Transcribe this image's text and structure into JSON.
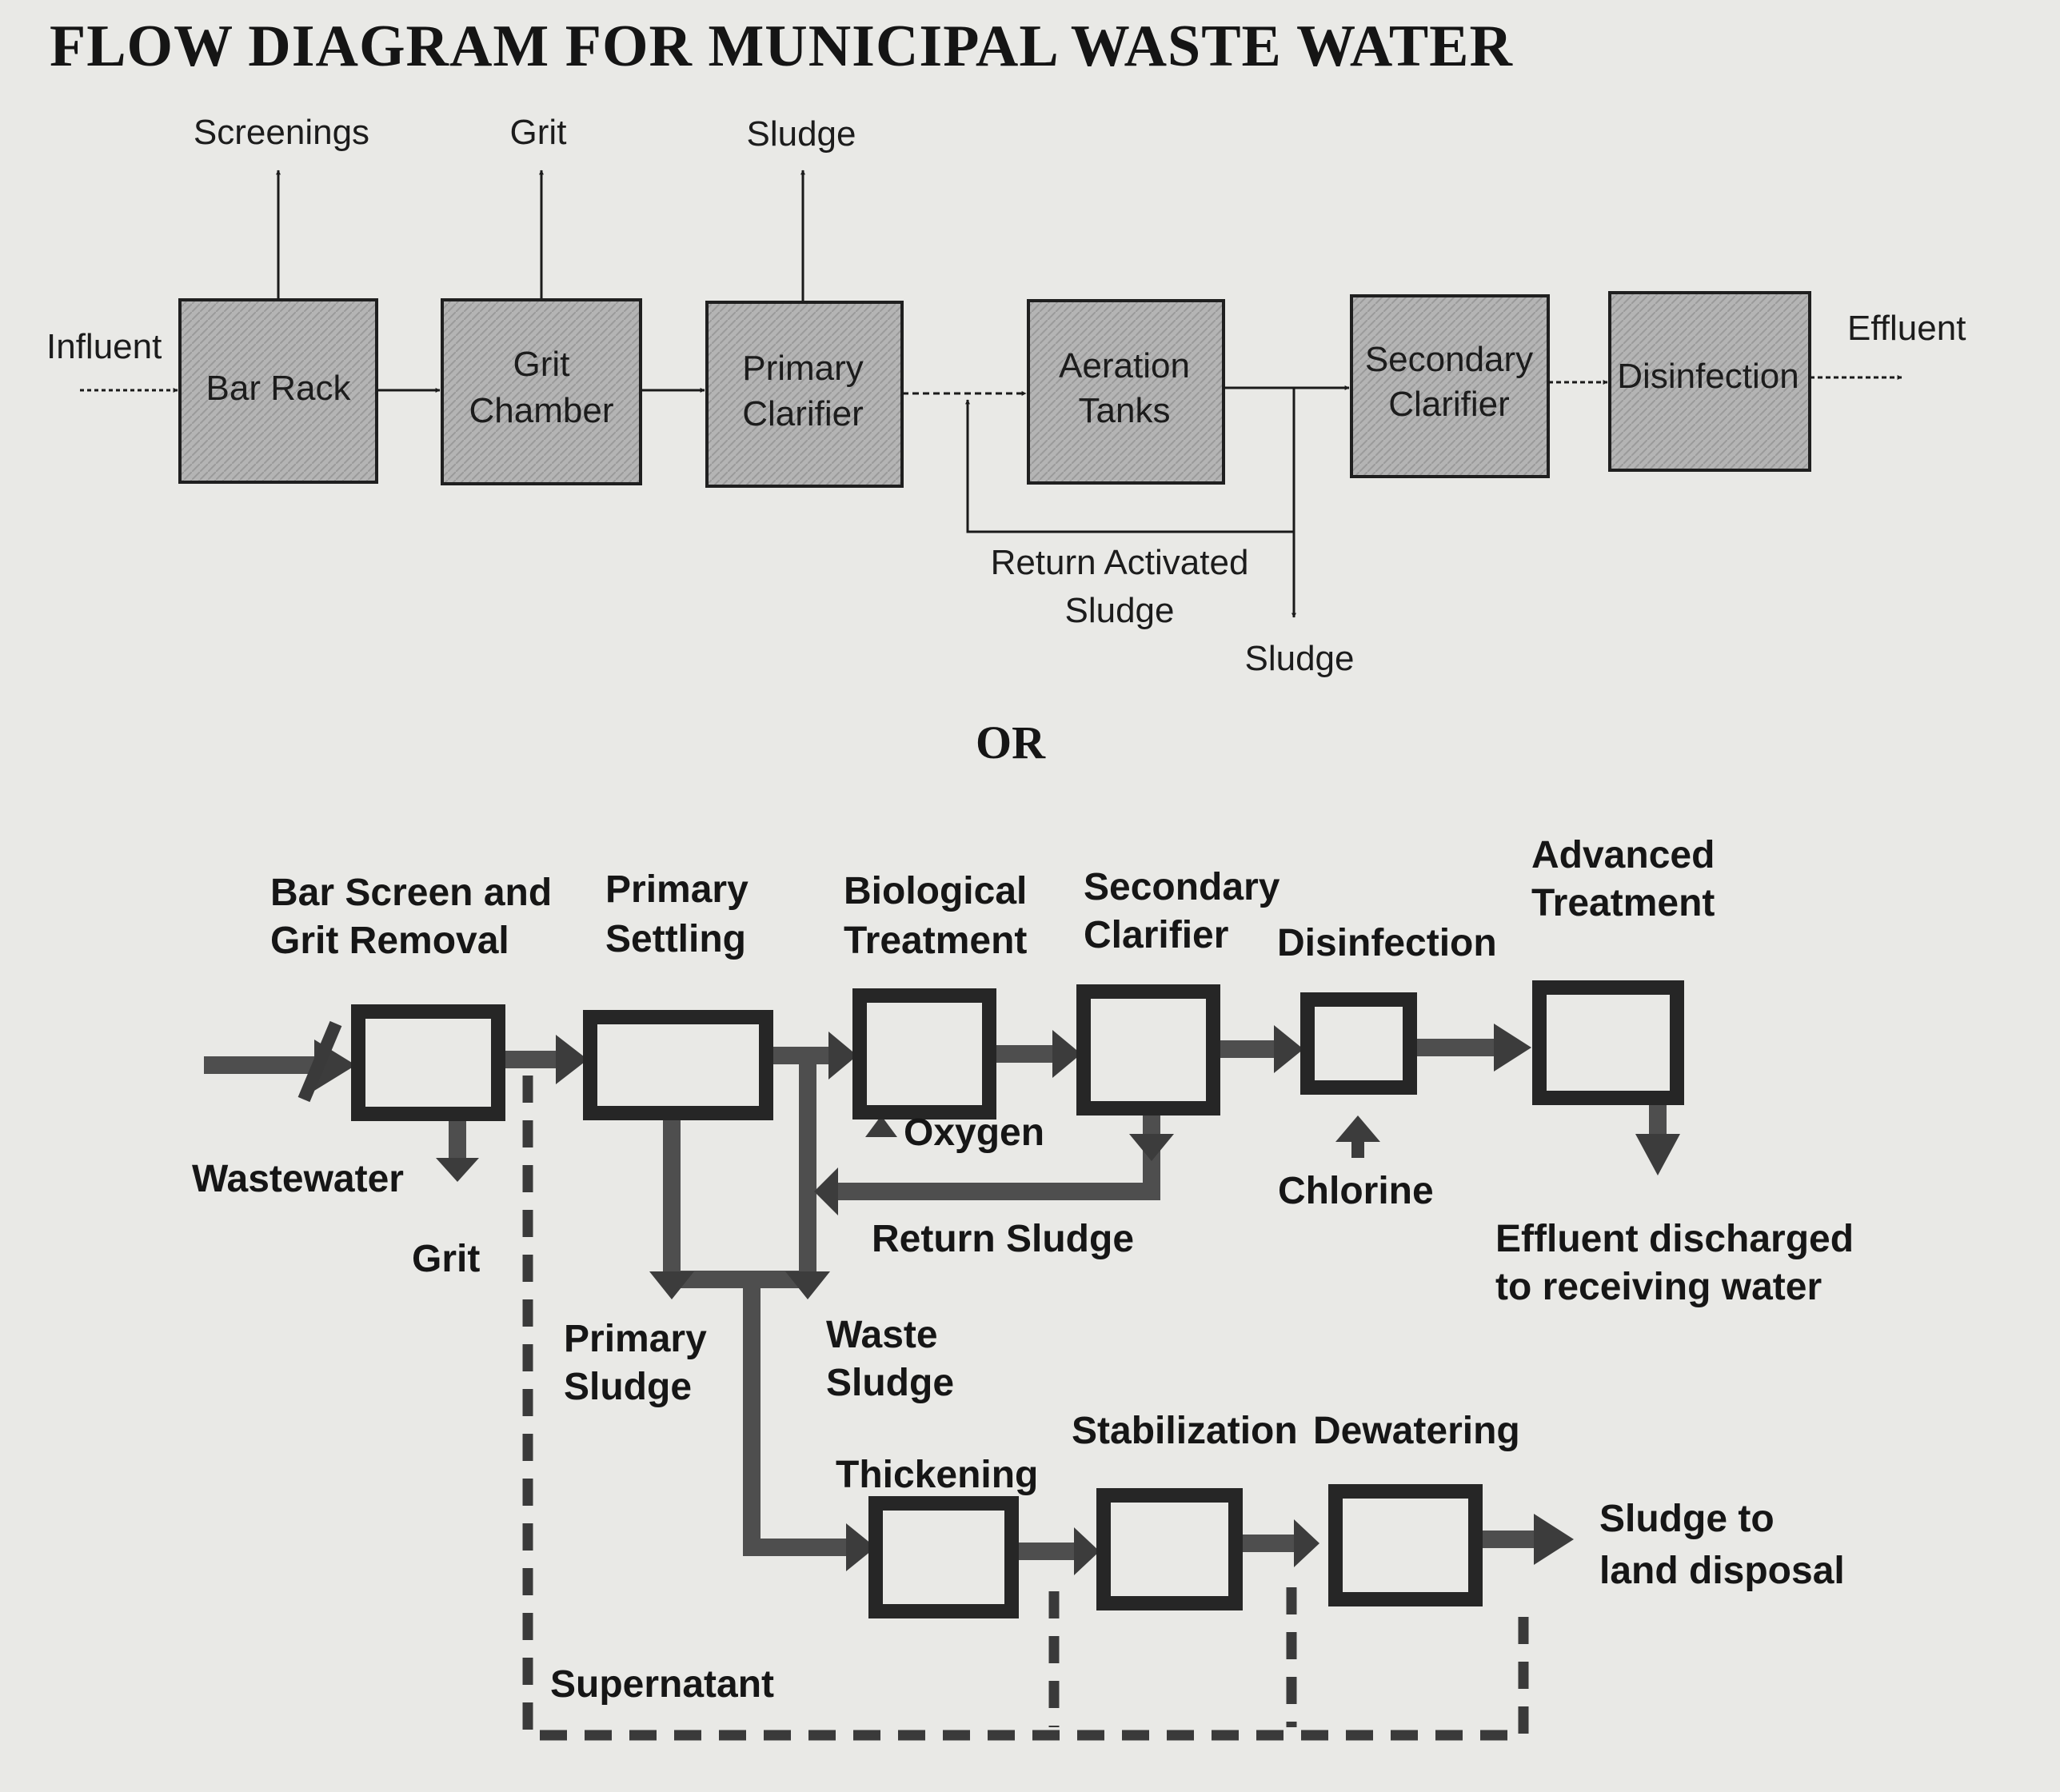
{
  "title": "FLOW DIAGRAM FOR MUNICIPAL WASTE WATER",
  "separator": "OR",
  "diagram1": {
    "influent": "Influent",
    "effluent": "Effluent",
    "units": [
      {
        "id": "bar-rack",
        "lines": [
          "Bar Rack"
        ]
      },
      {
        "id": "grit-chamber",
        "lines": [
          "Grit",
          "Chamber"
        ]
      },
      {
        "id": "primary-clarifier",
        "lines": [
          "Primary",
          "Clarifier"
        ]
      },
      {
        "id": "aeration-tanks",
        "lines": [
          "Aeration",
          "Tanks"
        ]
      },
      {
        "id": "secondary-clarifier",
        "lines": [
          "Secondary",
          "Clarifier"
        ]
      },
      {
        "id": "disinfection",
        "lines": [
          "Disinfection"
        ]
      }
    ],
    "outputs": {
      "screenings": "Screenings",
      "grit": "Grit",
      "sludge": "Sludge"
    },
    "return_activated_sludge": [
      "Return Activated",
      "Sludge"
    ],
    "waste_sludge": "Sludge"
  },
  "diagram2": {
    "stage_labels": {
      "bar_screen": [
        "Bar Screen and",
        "Grit Removal"
      ],
      "primary_settling": [
        "Primary",
        "Settling"
      ],
      "biological": [
        "Biological",
        "Treatment"
      ],
      "secondary": [
        "Secondary",
        "Clarifier"
      ],
      "disinfection": [
        "Disinfection"
      ],
      "advanced": [
        "Advanced",
        "Treatment"
      ]
    },
    "wastewater": "Wastewater",
    "grit": "Grit",
    "oxygen": "Oxygen",
    "chlorine": "Chlorine",
    "return_sludge": "Return Sludge",
    "effluent": [
      "Effluent discharged",
      "to receiving water"
    ],
    "primary_sludge": [
      "Primary",
      "Sludge"
    ],
    "waste_sludge": [
      "Waste",
      "Sludge"
    ],
    "thickening": "Thickening",
    "stabilization": "Stabilization",
    "dewatering": "Dewatering",
    "sludge_disposal": [
      "Sludge to",
      "land disposal"
    ],
    "supernatant": "Supernatant"
  },
  "colors": {
    "box_fill": "#b4b4b4",
    "ink": "#1a1a1a",
    "heavy_line": "#4e4e4e",
    "background": "#e9e9e6"
  }
}
